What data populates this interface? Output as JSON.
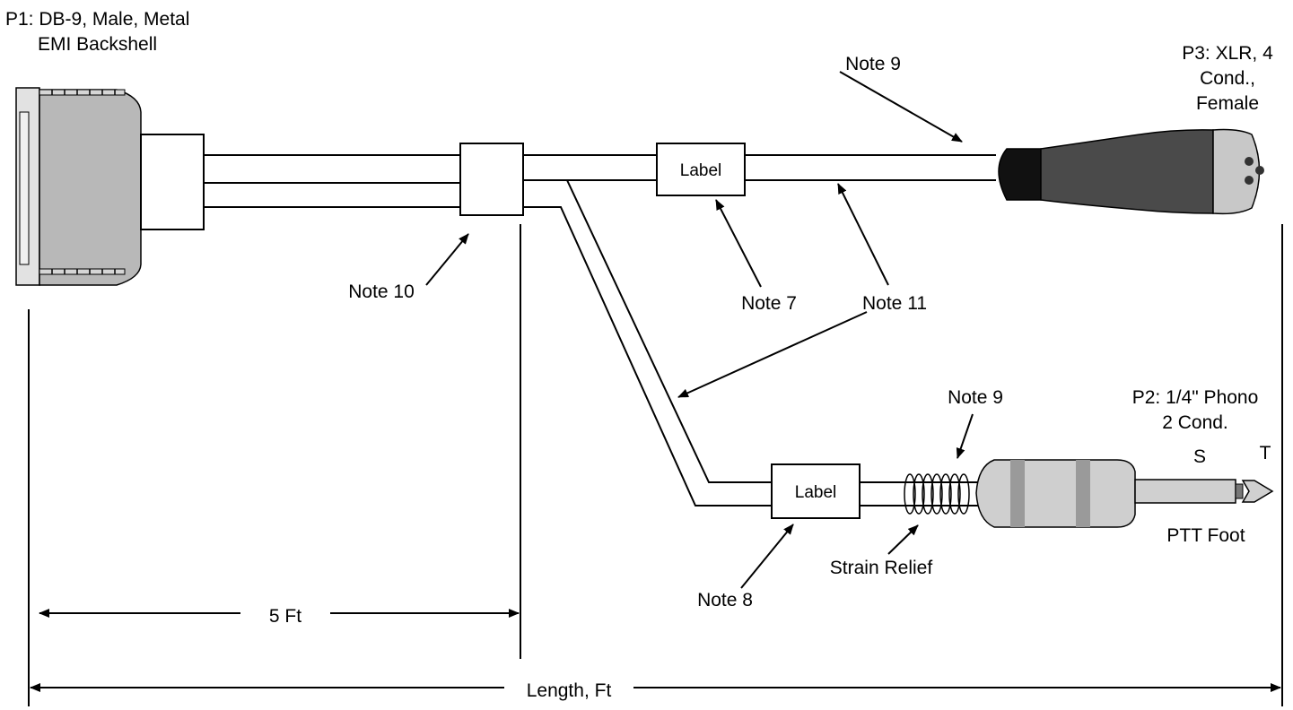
{
  "connectors": {
    "p1": {
      "line1": "P1: DB-9, Male, Metal",
      "line2": "EMI Backshell"
    },
    "p2": {
      "line1": "P2: 1/4\" Phono",
      "line2": "2 Cond.",
      "sleeve": "S",
      "tip": "T",
      "function": "PTT Foot"
    },
    "p3": {
      "line1": "P3: XLR, 4",
      "line2": "Cond.,",
      "line3": "Female"
    }
  },
  "labels": {
    "upper": "Label",
    "lower": "Label"
  },
  "notes": {
    "note7": "Note 7",
    "note8": "Note 8",
    "note9_top": "Note 9",
    "note9_bottom": "Note 9",
    "note10": "Note 10",
    "note11": "Note 11"
  },
  "strain_relief": "Strain Relief",
  "dimensions": {
    "short": "5 Ft",
    "overall": "Length, Ft"
  },
  "colors": {
    "db9_shell": "#b8b8b8",
    "db9_face": "#d4d4d4",
    "xlr_body": "#4a4a4a",
    "xlr_boot": "#111111",
    "xlr_face": "#c8c8c8",
    "phono_body": "#cfcfcf",
    "phono_band": "#9a9a9a"
  }
}
